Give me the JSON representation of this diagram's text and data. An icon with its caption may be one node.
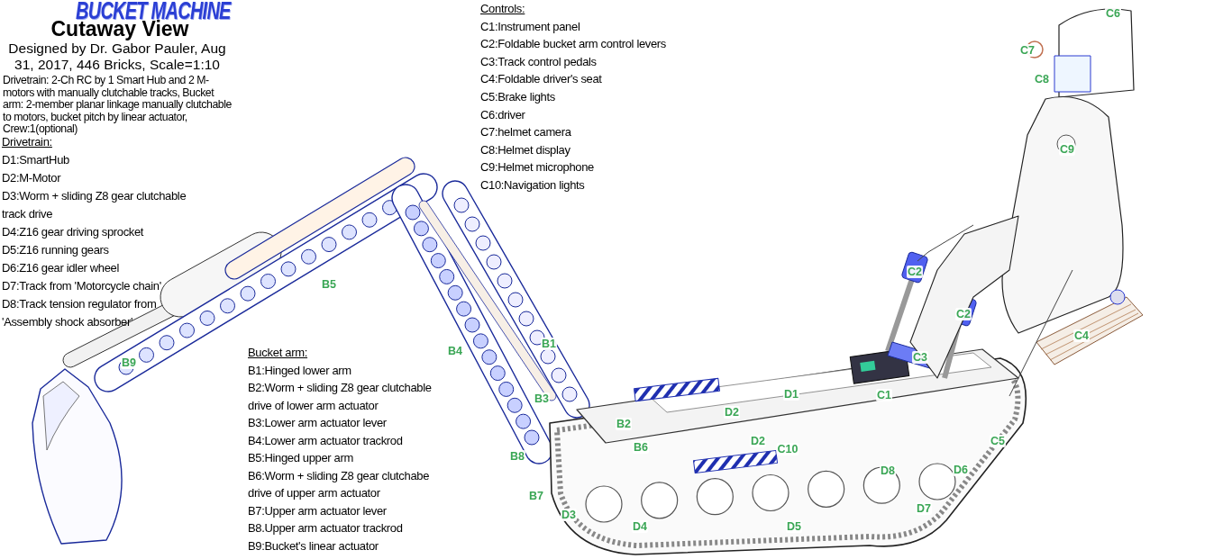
{
  "diagram": {
    "title": "BUCKET MACHINE",
    "labels": [
      "Cutaway View",
      "Designed by Dr. Gabor Pauler, Aug 31, 2017, 446 Bricks, Scale=1:10",
      "Drivetrain: 2-Ch RC by 1 Smart Hub and 2 M-motors with manually clutchable tracks, Bucket arm: 2-member planar linkage manually clutchable to motors, bucket pitch by linear actuator, Crew:1(optional)",
      "Drivetrain:",
      "D1:SmartHub",
      "D2:M-Motor",
      "D3:Worm + sliding Z8 gear clutchable track drive",
      "D4:Z16 gear driving sprocket",
      "D5:Z16 running gears",
      "D6:Z16 gear idler wheel",
      "D7:Track from 'Motorcycle chain'",
      "D8:Track tension regulator from 'Assembly shock absorber'",
      "Controls:",
      "C1:Instrument panel",
      "C2:Foldable bucket arm control levers",
      "C3:Track control pedals",
      "C4:Foldable driver's seat",
      "C5:Brake lights",
      "C6:driver",
      "C7:helmet camera",
      "C8:Helmet display",
      "C9:Helmet microphone",
      "C10:Navigation lights",
      "Bucket arm:",
      "B1:Hinged lower arm",
      "B2:Worm + sliding Z8 gear clutchable drive of lower arm actuator",
      "B3:Lower arm actuator lever",
      "B4:Lower arm actuator trackrod",
      "B5:Hinged upper arm",
      "B6:Worm + sliding Z8 gear clutchabe drive of upper arm actuator",
      "B7:Upper arm actuator lever",
      "B8.Upper arm actuator trackrod",
      "B9:Bucket's linear actuator",
      "C6",
      "C7",
      "C8",
      "C9",
      "C2",
      "C2",
      "C4",
      "B5",
      "B9",
      "B4",
      "B1",
      "C3",
      "B3",
      "D1",
      "C1",
      "B2",
      "D2",
      "B6",
      "D2",
      "C10",
      "C5",
      "B8",
      "D8",
      "D6",
      "B7",
      "D3",
      "D7",
      "D4",
      "D5"
    ]
  }
}
